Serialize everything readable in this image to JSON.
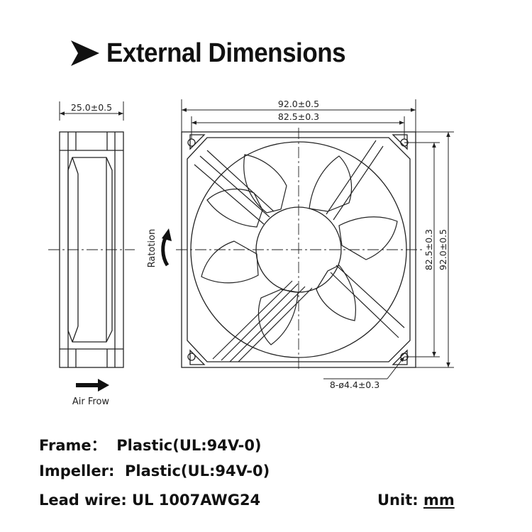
{
  "header": {
    "title": "External Dimensions"
  },
  "side_view": {
    "thickness": "25.0±0.5",
    "airflow_label": "Air Frow"
  },
  "front_view": {
    "width_outer": "92.0±0.5",
    "width_inner": "82.5±0.3",
    "height_inner": "82.5±0.3",
    "height_outer": "92.0±0.5",
    "holes": "8-ø4.4±0.3",
    "rotation_label": "Ratotion"
  },
  "specs": {
    "frame": "Frame：  Plastic(UL:94V-0)",
    "impeller": "Impeller:  Plastic(UL:94V-0)",
    "lead_wire": "Lead wire: UL 1007AWG24",
    "unit_label": "Unit: ",
    "unit_value": "mm"
  }
}
